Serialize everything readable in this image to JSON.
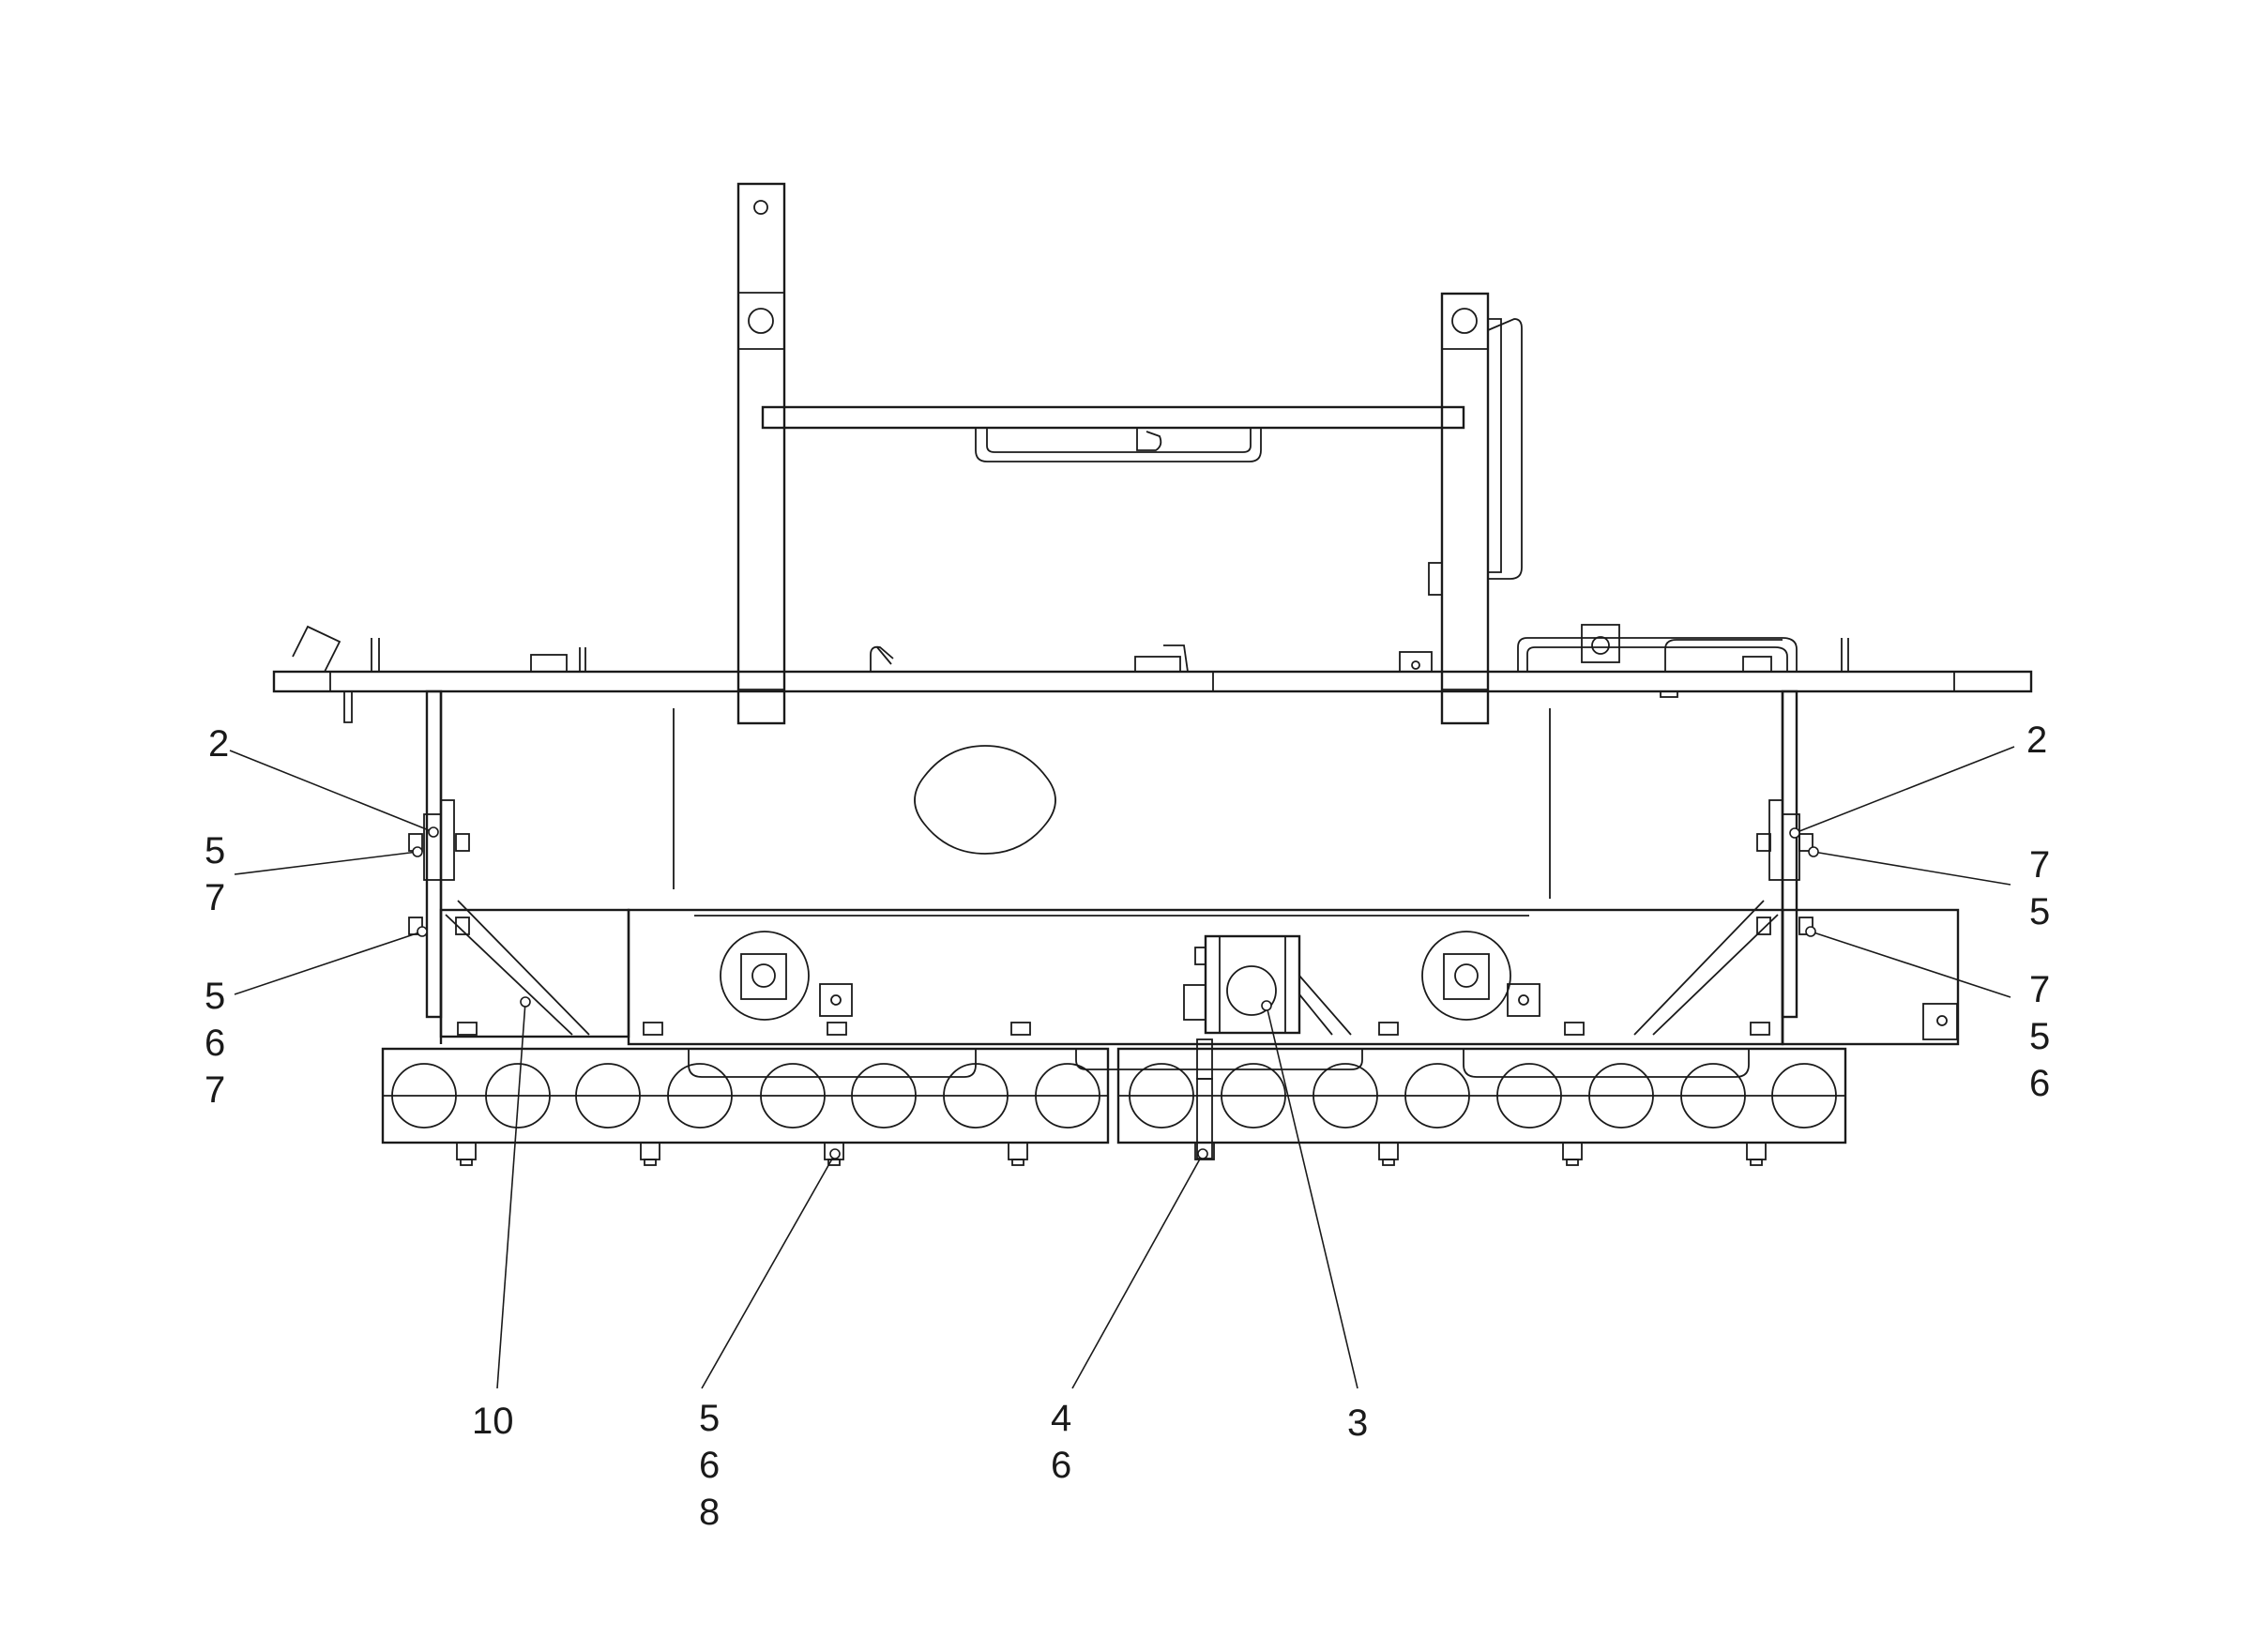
{
  "callouts": {
    "left_upper": [
      "2"
    ],
    "left_mid": [
      "5",
      "7"
    ],
    "left_low": [
      "5",
      "6",
      "7"
    ],
    "right_upper": [
      "2"
    ],
    "right_mid": [
      "7",
      "5"
    ],
    "right_low": [
      "7",
      "5",
      "6"
    ],
    "bottom_10": [
      "10"
    ],
    "bottom_568": [
      "5",
      "6",
      "8"
    ],
    "bottom_46": [
      "4",
      "6"
    ],
    "bottom_3": [
      "3"
    ]
  }
}
